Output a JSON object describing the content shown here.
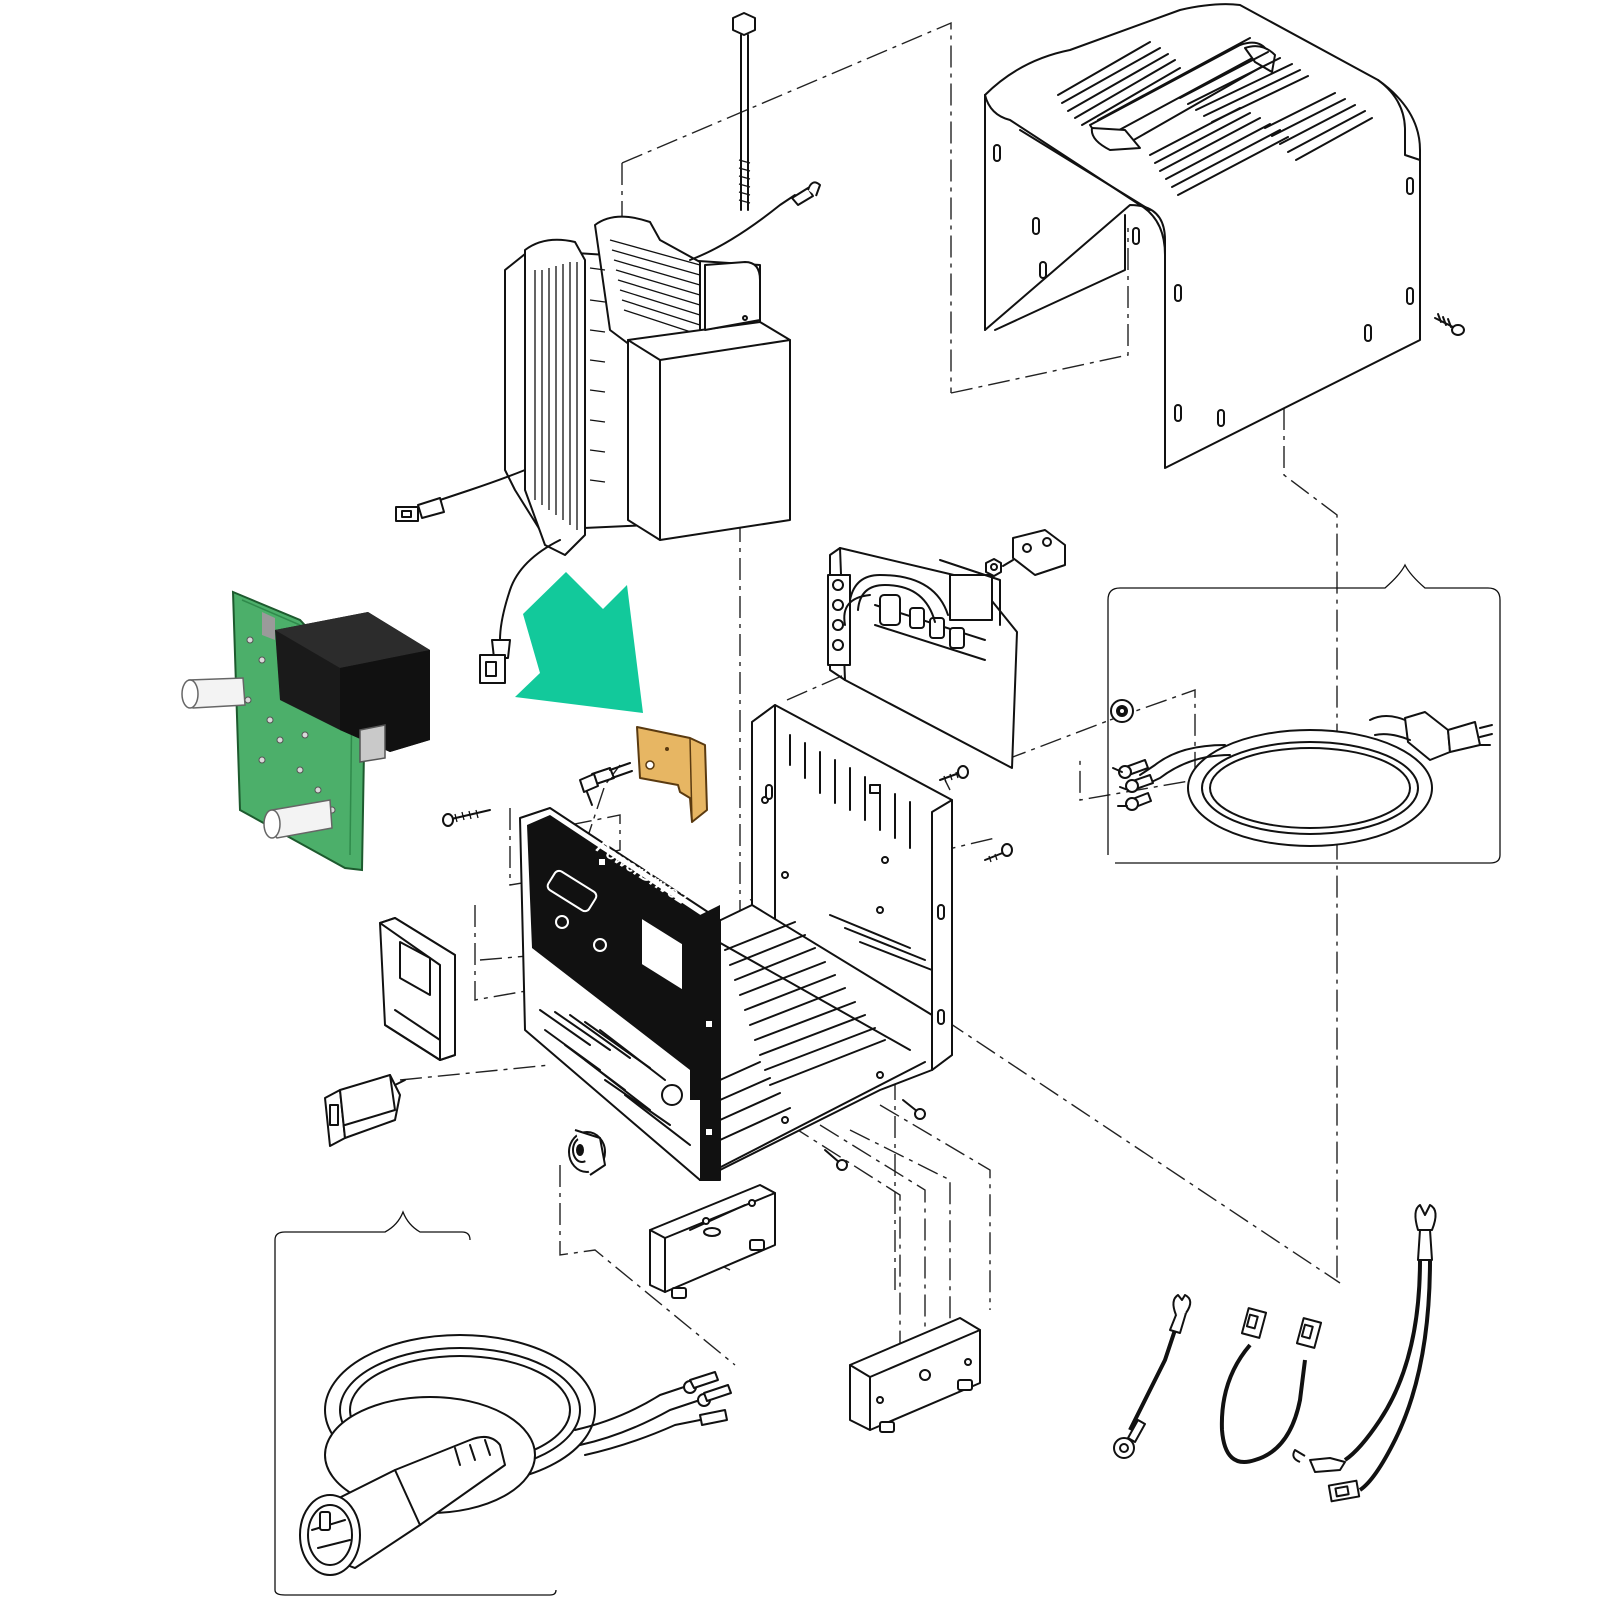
{
  "diagram": {
    "type": "exploded-parts-diagram",
    "colors": {
      "line": "#111111",
      "background": "#ffffff",
      "highlight_part": "#e7b663",
      "indicator_arrow": "#12c99b",
      "circuit_board": "#4caf6a",
      "relay_body": "#1a1a1a"
    },
    "parts": [
      {
        "name": "top-cover-with-handle",
        "icon": "cover-icon"
      },
      {
        "name": "cover-screw",
        "icon": "screw-icon"
      },
      {
        "name": "transformer",
        "icon": "transformer-icon"
      },
      {
        "name": "transformer-bolt",
        "icon": "bolt-icon"
      },
      {
        "name": "relay-circuit-board",
        "icon": "pcb-icon"
      },
      {
        "name": "highlighted-bracket",
        "icon": "bracket-icon",
        "highlighted": true
      },
      {
        "name": "terminal-strip-board",
        "icon": "terminal-board-icon"
      },
      {
        "name": "strain-relief-bushing",
        "icon": "bushing-icon"
      },
      {
        "name": "ac-power-cord",
        "icon": "ac-plug-icon"
      },
      {
        "name": "front-panel",
        "icon": "panel-icon",
        "label": "PowerDrive2"
      },
      {
        "name": "ammeter",
        "icon": "meter-icon"
      },
      {
        "name": "circuit-breaker",
        "icon": "breaker-icon"
      },
      {
        "name": "chassis-base",
        "icon": "chassis-icon"
      },
      {
        "name": "dc-cord-grommet",
        "icon": "grommet-icon"
      },
      {
        "name": "front-foot-bracket",
        "icon": "foot-icon"
      },
      {
        "name": "rear-foot-bracket",
        "icon": "foot-icon"
      },
      {
        "name": "dc-output-cord",
        "icon": "dc-plug-icon"
      },
      {
        "name": "jumper-wire-ring",
        "icon": "wire-icon"
      },
      {
        "name": "jumper-wire-quick-connect",
        "icon": "wire-icon"
      },
      {
        "name": "y-harness-wire",
        "icon": "wire-icon"
      }
    ]
  }
}
